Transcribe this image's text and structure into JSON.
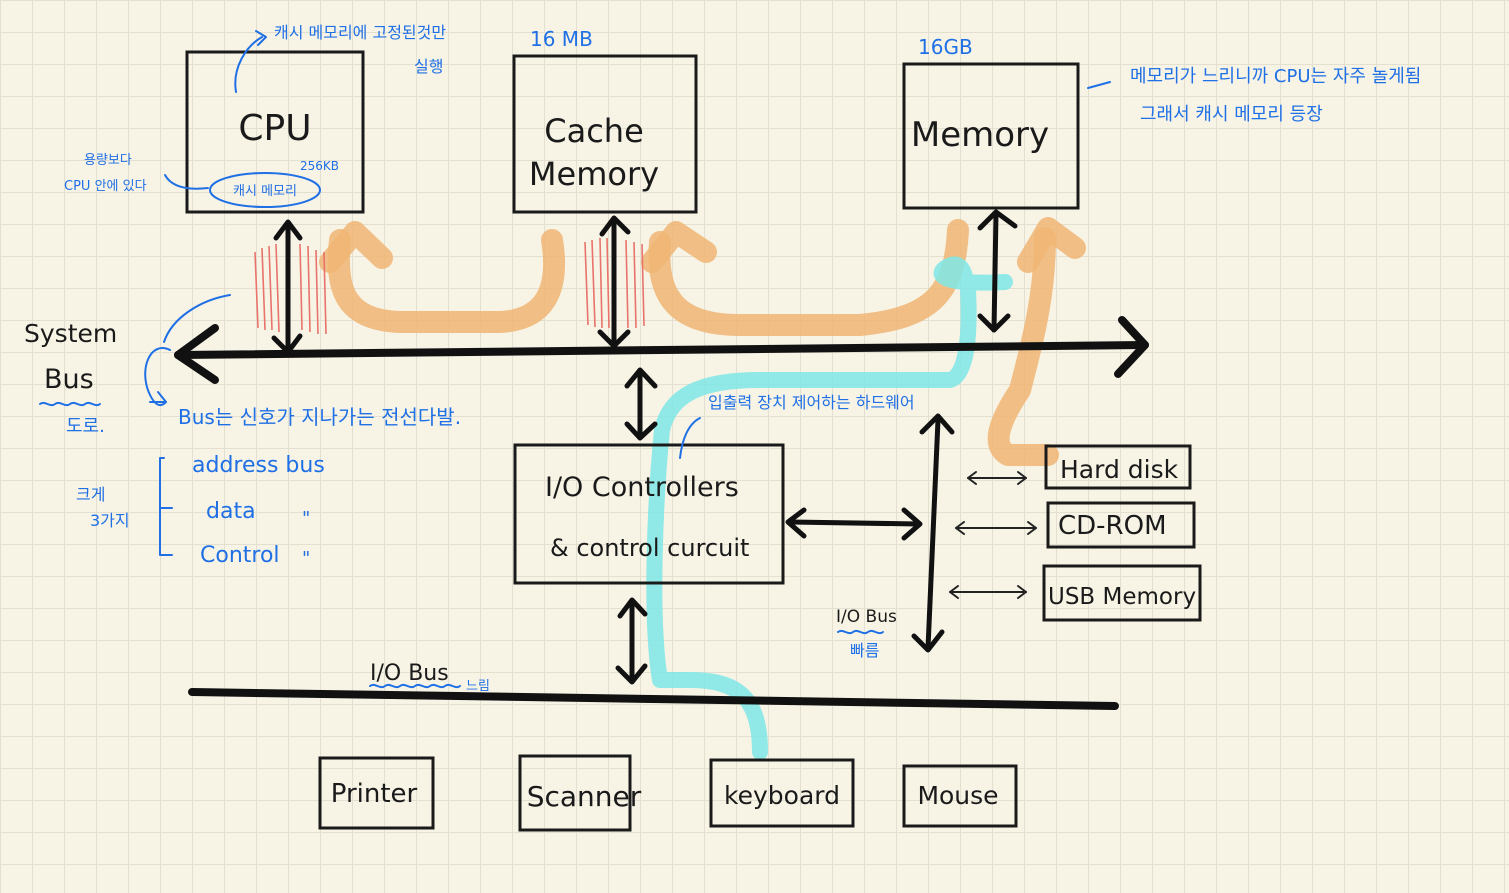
{
  "nodes": {
    "cpu": "CPU",
    "cache_line1": "Cache",
    "cache_line2": "Memory",
    "memory": "Memory",
    "io_line1": "I/O  Controllers",
    "io_line2": "& control  curcuit",
    "hard_disk": "Hard disk",
    "cd_rom": "CD-ROM",
    "usb_memory": "USB Memory",
    "printer": "Printer",
    "scanner": "Scanner",
    "keyboard": "keyboard",
    "mouse": "Mouse"
  },
  "sizes": {
    "cache": "16 MB",
    "memory": "16GB",
    "cpu_cache": "256KB"
  },
  "labels": {
    "system_line1": "System",
    "system_line2": "Bus",
    "io_bus_bottom": "I/O  Bus",
    "io_bus_right": "I/O Bus"
  },
  "notes": {
    "cpu_top": "캐시 메모리에 고정된것만",
    "cpu_top2": "실행",
    "cpu_left1": "용량보다",
    "cpu_left2": "CPU 안에 있다",
    "cpu_cache": "캐시 메모리",
    "memory_line1": "메모리가  느리니까  CPU는  자주 놀게됨",
    "memory_line2": "그래서     캐시 메모리  등장",
    "road": "도로.",
    "bus_desc": "Bus는 신호가 지나가는 전선다발.",
    "three_kinds1": "크게",
    "three_kinds2": "3가지",
    "bus_address": "address  bus",
    "bus_data": "data",
    "bus_control": "Control",
    "ditto1": "\"",
    "ditto2": "\"",
    "io_hw": "입출력 장치 제어하는 하드웨어",
    "slow": "느림",
    "fast": "빠름"
  }
}
